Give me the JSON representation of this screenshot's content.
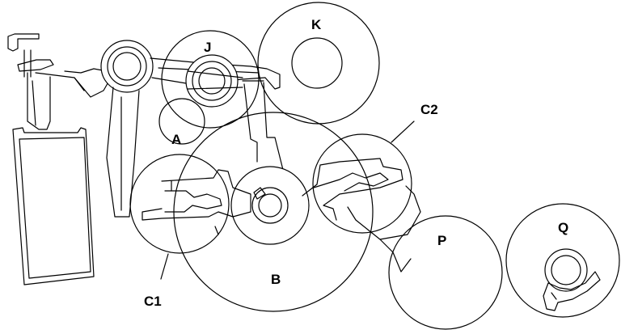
{
  "diagram": {
    "labels": {
      "K": "K",
      "J": "J",
      "A": "A",
      "B": "B",
      "C1": "C1",
      "C2": "C2",
      "P": "P",
      "Q": "Q"
    }
  }
}
